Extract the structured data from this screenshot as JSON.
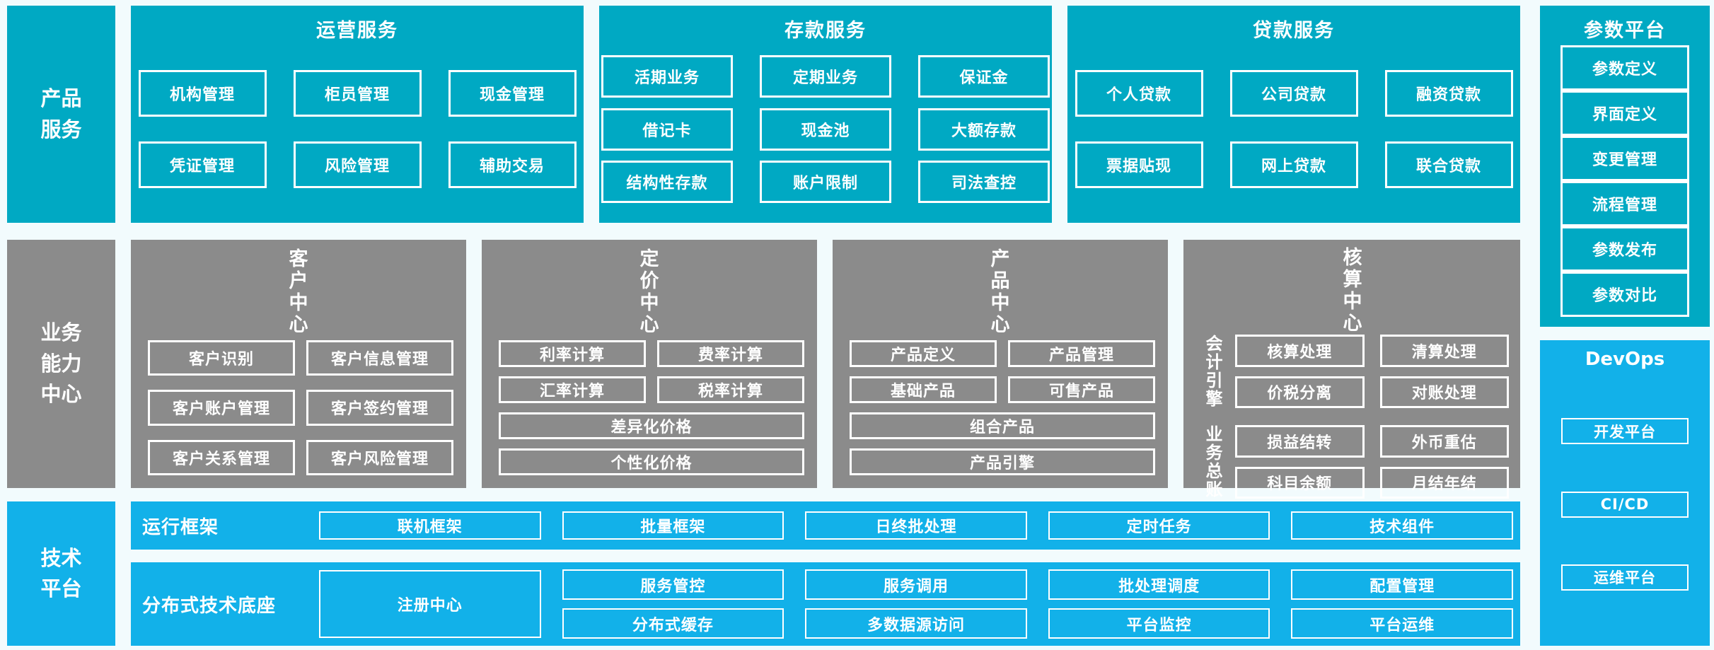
{
  "palette": {
    "teal": "#00a9c3",
    "grey": "#8b8b8b",
    "blue": "#12b1e9",
    "background": "#f2fbfd",
    "text": "#ffffff"
  },
  "sidebars": {
    "products": "产品服务",
    "capabilities": "业务能力中心",
    "tech": "技术平台"
  },
  "operations": {
    "title": "运营服务",
    "items": [
      "机构管理",
      "柜员管理",
      "现金管理",
      "凭证管理",
      "风险管理",
      "辅助交易"
    ]
  },
  "deposits": {
    "title": "存款服务",
    "items": [
      "活期业务",
      "定期业务",
      "保证金",
      "借记卡",
      "现金池",
      "大额存款",
      "结构性存款",
      "账户限制",
      "司法查控"
    ]
  },
  "loans": {
    "title": "贷款服务",
    "items": [
      "个人贷款",
      "公司贷款",
      "融资贷款",
      "票据贴现",
      "网上贷款",
      "联合贷款"
    ]
  },
  "params": {
    "title": "参数平台",
    "items": [
      "参数定义",
      "界面定义",
      "变更管理",
      "流程管理",
      "参数发布",
      "参数对比"
    ]
  },
  "customer": {
    "label": "客户中心",
    "items": [
      "客户识别",
      "客户信息管理",
      "客户账户管理",
      "客户签约管理",
      "客户关系管理",
      "客户风险管理"
    ]
  },
  "pricing": {
    "label": "定价中心",
    "items": [
      "利率计算",
      "费率计算",
      "汇率计算",
      "税率计算"
    ],
    "wide": [
      "差异化价格",
      "个性化价格"
    ]
  },
  "product": {
    "label": "产品中心",
    "items": [
      "产品定义",
      "产品管理",
      "基础产品",
      "可售产品"
    ],
    "wide": [
      "组合产品",
      "产品引擎"
    ]
  },
  "accounting": {
    "label": "核算中心",
    "groups": [
      {
        "label": "会计引擎",
        "items": [
          "核算处理",
          "清算处理",
          "价税分离",
          "对账处理"
        ]
      },
      {
        "label": "业务总账",
        "items": [
          "损益结转",
          "外币重估",
          "科目余额",
          "月结年结"
        ]
      }
    ]
  },
  "running": {
    "label": "运行框架",
    "items": [
      "联机框架",
      "批量框架",
      "日终批处理",
      "定时任务",
      "技术组件"
    ]
  },
  "distributed": {
    "label": "分布式技术底座",
    "registry": "注册中心",
    "row1": [
      "服务管控",
      "服务调用",
      "批处理调度",
      "配置管理"
    ],
    "row2": [
      "分布式缓存",
      "多数据源访问",
      "平台监控",
      "平台运维"
    ]
  },
  "devops": {
    "title": "DevOps",
    "items": [
      "开发平台",
      "CI/CD",
      "运维平台"
    ]
  }
}
